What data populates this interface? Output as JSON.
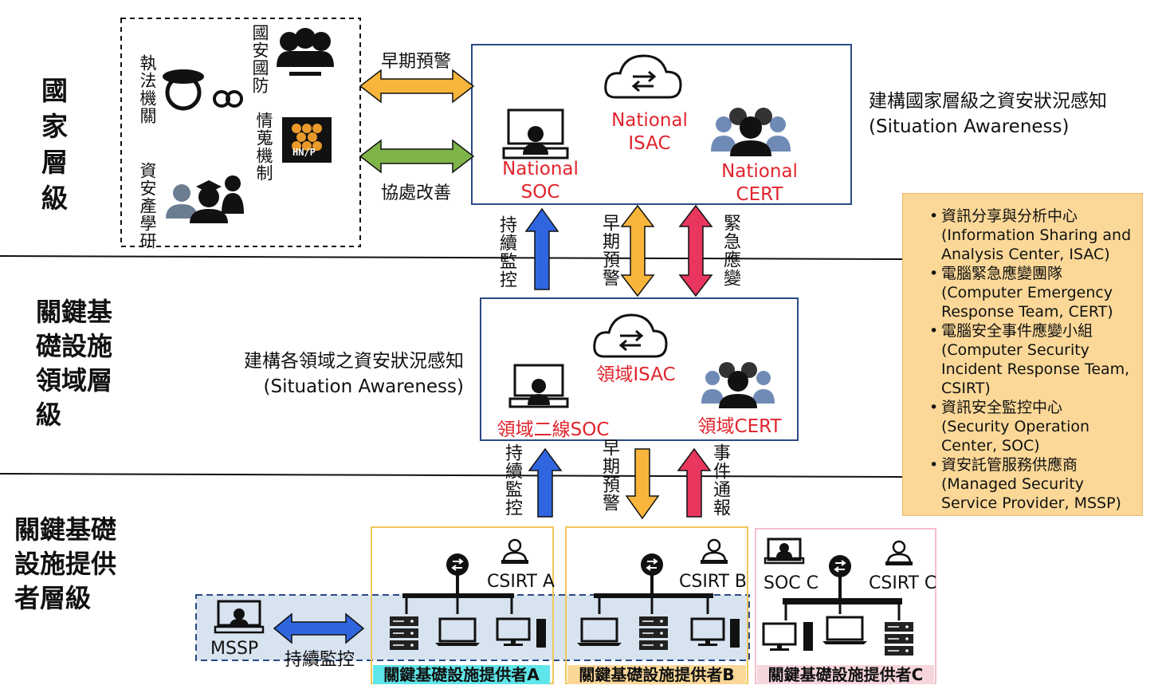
{
  "levels": {
    "national": "國家層級",
    "sector": "關鍵基礎設施領域層級",
    "provider": "關鍵基礎設施提供者層級"
  },
  "stakeholders": {
    "law": "執法機關",
    "defense": "國安國防",
    "intel": "情蒐機制",
    "academia": "資安產學研",
    "hnp_logo": "HN/P"
  },
  "horizontal_arrows": {
    "early_warning": "早期預警",
    "coordination": "協處改善"
  },
  "national_box": {
    "soc": "National\nSOC",
    "isac": "National\nISAC",
    "cert": "National\nCERT"
  },
  "national_caption": {
    "line1": "建構國家層級之資安狀況感知",
    "line2": "(Situation Awareness)"
  },
  "upper_arrows": {
    "monitor": "持續監控",
    "warning": "早期預警",
    "response": "緊急應變"
  },
  "sector_box": {
    "isac": "領域ISAC",
    "soc": "領域二線SOC",
    "cert": "領域CERT"
  },
  "sector_caption": {
    "line1": "建構各領域之資安狀況感知",
    "line2": "(Situation Awareness)"
  },
  "lower_arrows": {
    "monitor": "持續監控",
    "warning": "早期預警",
    "report": "事件通報"
  },
  "legend": {
    "items": [
      "資訊分享與分析中心\n(Information Sharing and Analysis Center, ISAC)",
      "電腦緊急應變團隊\n(Computer Emergency Response Team, CERT)",
      "電腦安全事件應變小組\n(Computer Security Incident Response Team, CSIRT)",
      "資訊安全監控中心\n(Security Operation Center, SOC)",
      "資安託管服務供應商\n(Managed Security Service Provider, MSSP)"
    ]
  },
  "providers": {
    "a_label": "CSIRT A",
    "b_label": "CSIRT B",
    "c_soc": "SOC C",
    "c_csirt": "CSIRT C",
    "mssp": "MSSP",
    "mssp_arrow": "持續監控",
    "a_title": "關鍵基礎設施提供者A",
    "b_title": "關鍵基礎設施提供者B",
    "c_title": "關鍵基礎設施提供者C"
  },
  "colors": {
    "box_border": "#2b4a86",
    "red_text": "#e0242c",
    "early_warning_arrow": "#f7b53b",
    "coordination_arrow": "#7fb548",
    "monitor_arrow": "#2f66e0",
    "response_arrow": "#e8365e",
    "legend_bg": "#fbd898",
    "provider_a_title_bg": "#5fe6ea",
    "provider_b_title_bg": "#fbd898",
    "provider_c_title_bg": "#f5d6dc",
    "mssp_bg": "#d8e3f0"
  }
}
